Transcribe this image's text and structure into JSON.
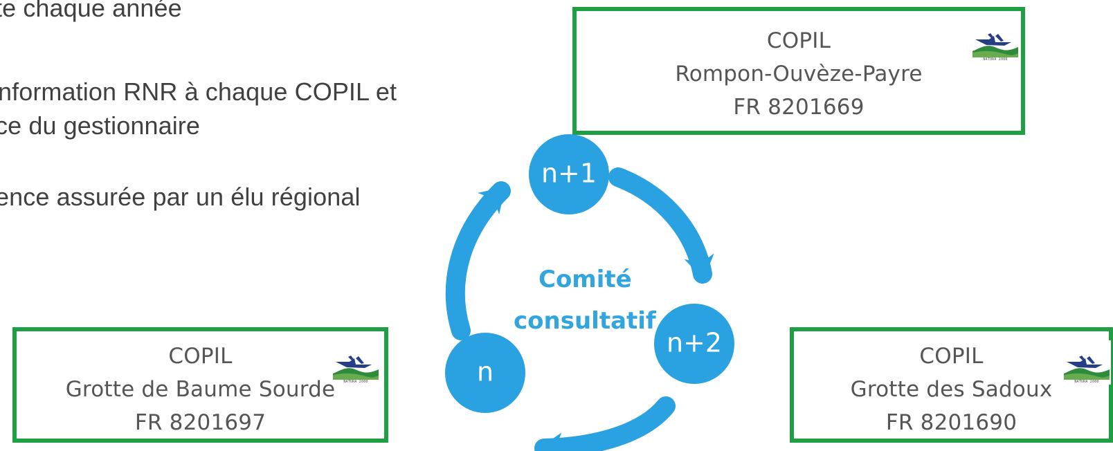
{
  "text_lines": [
    "te chaque année",
    "nformation RNR à chaque COPIL et",
    "ce du gestionnaire",
    "ence assurée par un élu régional"
  ],
  "copil_boxes": [
    {
      "title": "COPIL",
      "name": "Rompon-Ouvèze-Payre",
      "code": "FR 8201669"
    },
    {
      "title": "COPIL",
      "name": "Grotte de Baume Sourde",
      "code": "FR 8201697"
    },
    {
      "title": "COPIL",
      "name": "Grotte des Sadoux",
      "code": "FR 8201690"
    }
  ],
  "cycle": {
    "center_label": [
      "Comité",
      "consultatif"
    ],
    "nodes": [
      "n+1",
      "n+2",
      "n"
    ]
  },
  "colors": {
    "text": "#404040",
    "box_border": "#1f9f44",
    "cycle_blue": "#2aa1e0",
    "center_label": "#32a4de"
  },
  "icons": {
    "logo": "natura-2000-logo"
  }
}
